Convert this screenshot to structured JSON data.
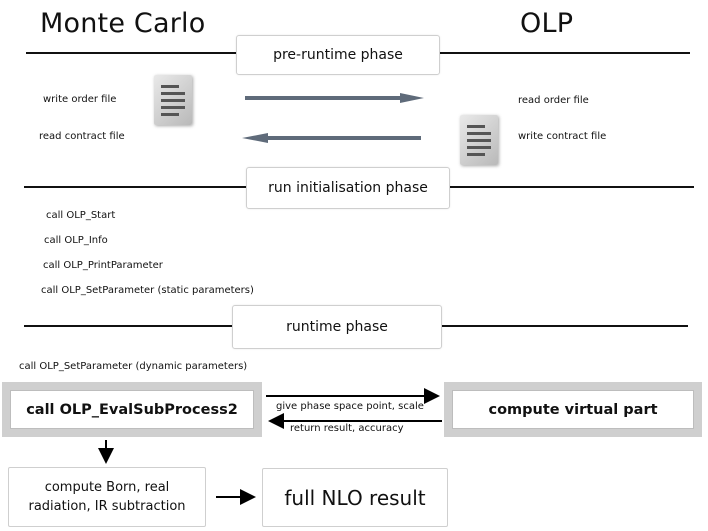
{
  "headers": {
    "left": "Monte Carlo",
    "right": "OLP"
  },
  "phases": {
    "pre_runtime": "pre-runtime  phase",
    "run_init": "run initialisation  phase",
    "runtime": "runtime  phase"
  },
  "files": {
    "write_order": "write order file",
    "read_contract": "read contract file",
    "read_order": "read order file",
    "write_contract": "write contract file"
  },
  "calls": [
    "call OLP_Start",
    "call OLP_Info",
    "call OLP_PrintParameter",
    "call OLP_SetParameter (static parameters)"
  ],
  "dynamic_call": "call OLP_SetParameter (dynamic parameters)",
  "boxes": {
    "eval": "call OLP_EvalSubProcess2",
    "virtual": "compute virtual part",
    "born_line1": "compute Born,  real",
    "born_line2": "radiation, IR subtraction",
    "nlo": "full NLO result"
  },
  "arrow_labels": {
    "give": "give phase space point, scale",
    "ret": "return result, accuracy"
  },
  "colors": {
    "file_arrow": "#5f6b7a",
    "frame": "#cfcfcf",
    "line": "#111111"
  }
}
